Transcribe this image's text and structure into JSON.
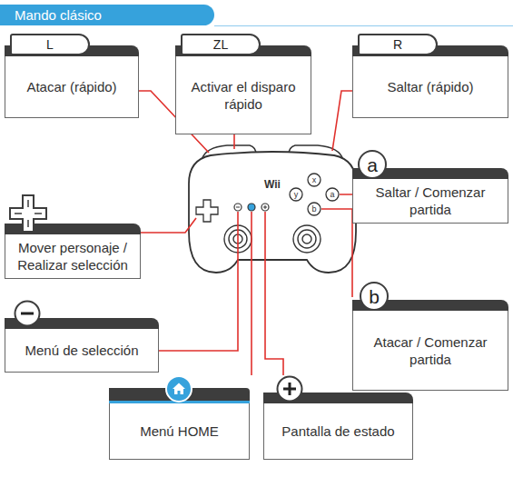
{
  "diagram": {
    "title": "Mando clásico",
    "nodes": [
      {
        "text": [
          "L",
          "Atacar (rápido)"
        ]
      },
      {
        "text": [
          "ZL",
          "Activar el disparo rápido"
        ]
      },
      {
        "text": [
          "R",
          "Saltar (rápido)"
        ]
      },
      {
        "text": [
          "Mover personaje / Realizar selección"
        ]
      },
      {
        "text": [
          "a",
          "Saltar / Comenzar partida"
        ]
      },
      {
        "text": [
          "Menú de selección"
        ]
      },
      {
        "text": [
          "b",
          "Atacar / Comenzar partida"
        ]
      },
      {
        "text": [
          "Menú HOME"
        ]
      },
      {
        "text": [
          "Pantalla de estado"
        ]
      }
    ],
    "labels": [
      "Wii",
      "x",
      "y",
      "a",
      "b"
    ]
  }
}
